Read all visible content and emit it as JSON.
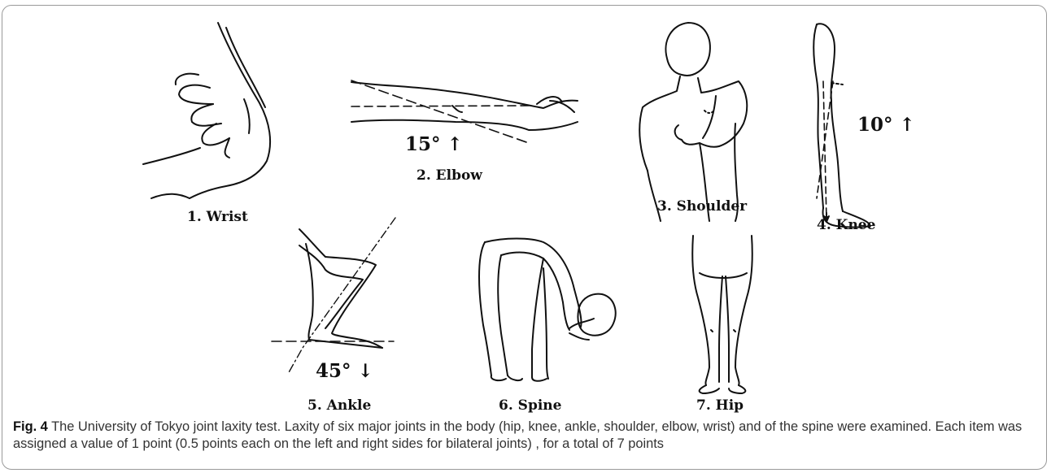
{
  "figure": {
    "labels": {
      "wrist": "1. Wrist",
      "elbow": "2. Elbow",
      "shoulder": "3. Shoulder",
      "knee": "4. Knee",
      "ankle": "5. Ankle",
      "spine": "6. Spine",
      "hip": "7. Hip"
    },
    "angles": {
      "elbow": "15° ↑",
      "knee": "10° ↑",
      "ankle": "45° ↓"
    },
    "line_color": "#111111"
  },
  "caption": {
    "label": "Fig. 4",
    "text": "The University of Tokyo joint laxity test. Laxity of six major joints in the body (hip, knee, ankle, shoulder, elbow, wrist) and of the spine were examined. Each item was assigned a value of 1 point (0.5 points each on the left and right sides for bilateral joints) , for a total of 7 points"
  }
}
